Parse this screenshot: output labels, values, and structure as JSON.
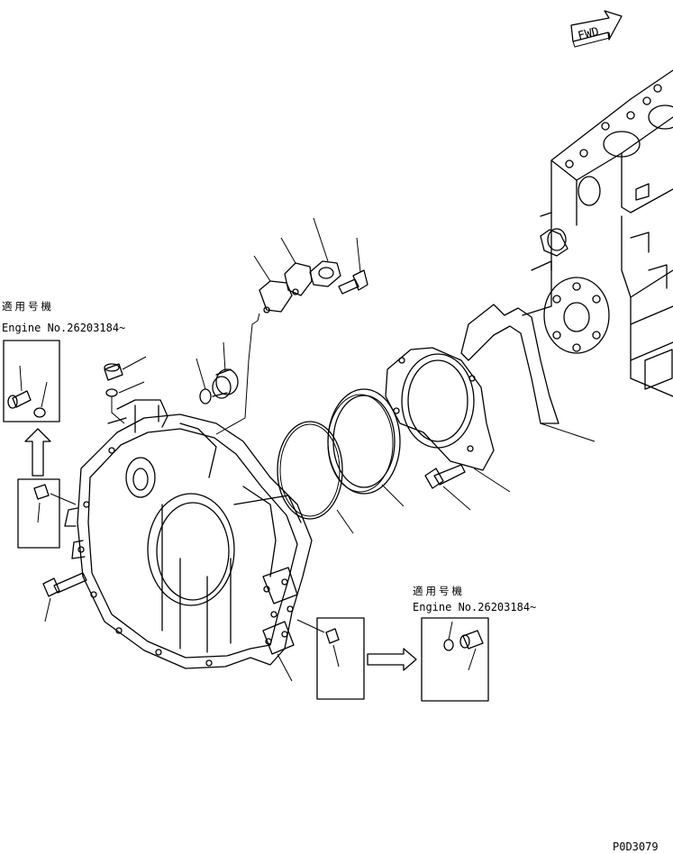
{
  "fwd_label": "FWD",
  "note_left": {
    "line1": "適用号機",
    "line2": "Engine No.26203184~"
  },
  "note_right": {
    "line1": "適用号機",
    "line2": "Engine No.26203184~"
  },
  "figure_code": "P0D3079"
}
